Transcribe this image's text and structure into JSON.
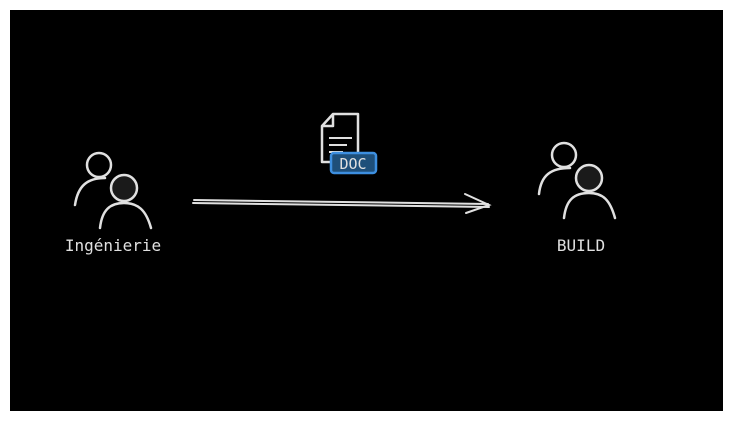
{
  "nodes": [
    {
      "label": "Ingénierie",
      "icon": "users-icon"
    },
    {
      "label": "BUILD",
      "icon": "users-icon"
    }
  ],
  "edge": {
    "badge": "DOC",
    "icon": "document-icon",
    "badge_color": "#1e4f7a",
    "badge_border": "#3d8fe0"
  },
  "colors": {
    "background": "#000000",
    "stroke": "#e0e0e0"
  }
}
